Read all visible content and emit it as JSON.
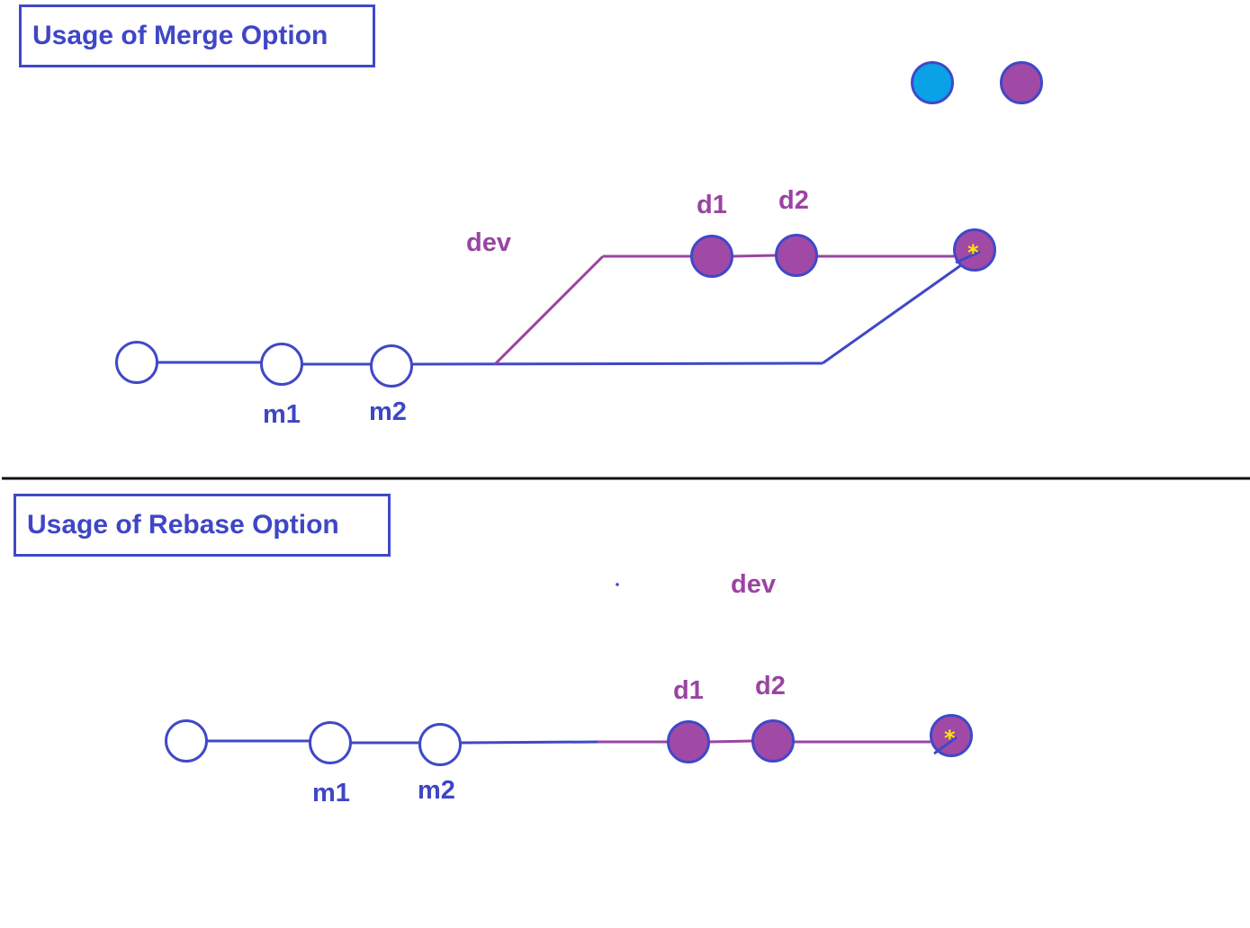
{
  "colors": {
    "master": "#4048c8",
    "dev": "#9a44a2",
    "commit_fill_dev": "#a04aa6",
    "legend_cyan": "#0aa2e6",
    "merge_star": "#ffe800",
    "divider": "#111111"
  },
  "merge_section": {
    "title": "Usage of Merge Option",
    "branch_label": "dev",
    "commits": {
      "m1": "m1",
      "m2": "m2",
      "d1": "d1",
      "d2": "d2"
    },
    "merge_marker": "*"
  },
  "rebase_section": {
    "title": "Usage of Rebase Option",
    "branch_label": "dev",
    "commits": {
      "m1": "m1",
      "m2": "m2",
      "d1": "d1",
      "d2": "d2"
    },
    "merge_marker": "*"
  }
}
